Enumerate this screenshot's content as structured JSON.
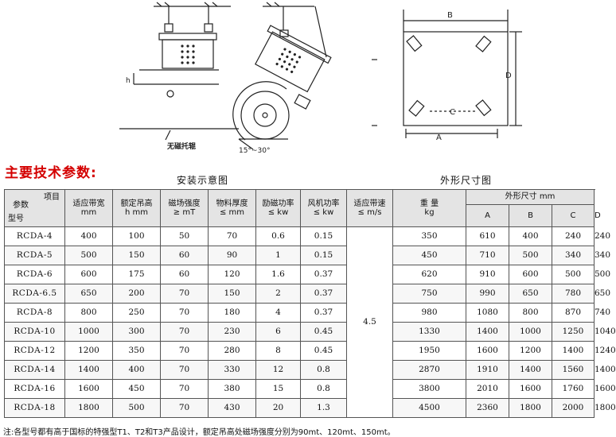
{
  "diagram_labels": {
    "conveyor": "无磁托辊",
    "height": "h",
    "angle": "15°~30°",
    "dim_b": "B",
    "dim_d": "D",
    "dim_c": "C",
    "dim_a": "A"
  },
  "title": "主要技术参数:",
  "captions": {
    "install": "安装示意图",
    "dimensions": "外形尺寸图"
  },
  "table": {
    "corner": {
      "top": "项目",
      "mid": "参数",
      "bottom": "型号"
    },
    "headers": {
      "belt_width": [
        "适应带宽",
        "mm"
      ],
      "hang_height": [
        "额定吊高",
        "h mm"
      ],
      "field": [
        "磁场强度",
        "≥ mT"
      ],
      "thickness": [
        "物料厚度",
        "≤ mm"
      ],
      "excite_power": [
        "励磁功率",
        "≤ kw"
      ],
      "fan_power": [
        "风机功率",
        "≤ kw"
      ],
      "belt_speed": [
        "适应带速",
        "≤ m/s"
      ],
      "weight": [
        "重 量",
        "kg"
      ],
      "dims": "外形尺寸 mm",
      "dim_letters": [
        "A",
        "B",
        "C",
        "D"
      ]
    },
    "belt_speed_value": "4.5",
    "rows": [
      [
        "RCDA-4",
        "400",
        "100",
        "50",
        "70",
        "0.6",
        "0.15",
        "350",
        "610",
        "400",
        "240",
        "240"
      ],
      [
        "RCDA-5",
        "500",
        "150",
        "60",
        "90",
        "1",
        "0.15",
        "450",
        "710",
        "500",
        "340",
        "340"
      ],
      [
        "RCDA-6",
        "600",
        "175",
        "60",
        "120",
        "1.6",
        "0.37",
        "620",
        "910",
        "600",
        "500",
        "500"
      ],
      [
        "RCDA-6.5",
        "650",
        "200",
        "70",
        "150",
        "2",
        "0.37",
        "750",
        "990",
        "650",
        "780",
        "650"
      ],
      [
        "RCDA-8",
        "800",
        "250",
        "70",
        "180",
        "4",
        "0.37",
        "980",
        "1080",
        "800",
        "870",
        "740"
      ],
      [
        "RCDA-10",
        "1000",
        "300",
        "70",
        "230",
        "6",
        "0.45",
        "1330",
        "1400",
        "1000",
        "1250",
        "1040"
      ],
      [
        "RCDA-12",
        "1200",
        "350",
        "70",
        "280",
        "8",
        "0.45",
        "1950",
        "1600",
        "1200",
        "1400",
        "1240"
      ],
      [
        "RCDA-14",
        "1400",
        "400",
        "70",
        "330",
        "12",
        "0.8",
        "2870",
        "1910",
        "1400",
        "1560",
        "1400"
      ],
      [
        "RCDA-16",
        "1600",
        "450",
        "70",
        "380",
        "15",
        "0.8",
        "3800",
        "2010",
        "1600",
        "1760",
        "1600"
      ],
      [
        "RCDA-18",
        "1800",
        "500",
        "70",
        "430",
        "20",
        "1.3",
        "4500",
        "2360",
        "1800",
        "2000",
        "1800"
      ]
    ]
  },
  "note": "注:各型号都有高于国标的特强型T1、T2和T3产品设计，额定吊高处磁场强度分别为90mt、120mt、150mt。"
}
